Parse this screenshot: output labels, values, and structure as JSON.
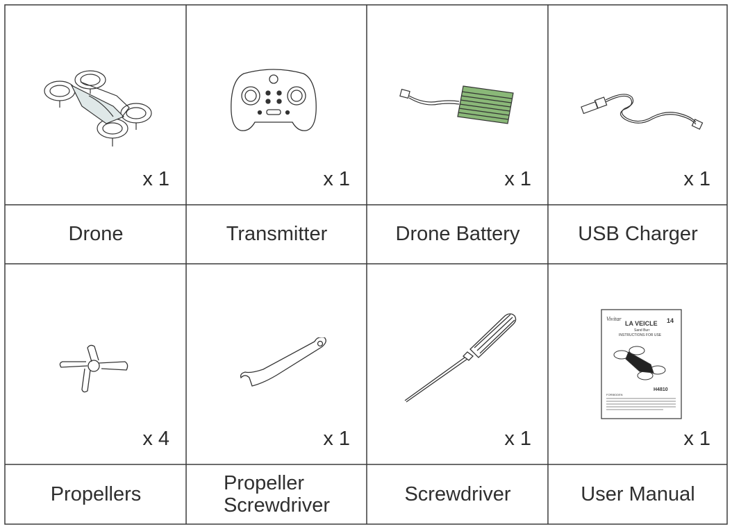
{
  "items_row1": [
    {
      "name": "Drone",
      "qty": "x 1",
      "icon": "drone-icon"
    },
    {
      "name": "Transmitter",
      "qty": "x 1",
      "icon": "transmitter-icon"
    },
    {
      "name": "Drone Battery",
      "qty": "x 1",
      "icon": "battery-icon"
    },
    {
      "name": "USB Charger",
      "qty": "x 1",
      "icon": "usb-charger-icon"
    }
  ],
  "items_row2": [
    {
      "name": "Propellers",
      "qty": "x 4",
      "icon": "propeller-icon"
    },
    {
      "name_line1": "Propeller",
      "name_line2": "Screwdriver",
      "qty": "x 1",
      "icon": "propeller-screwdriver-icon"
    },
    {
      "name": "Screwdriver",
      "qty": "x 1",
      "icon": "screwdriver-icon"
    },
    {
      "name": "User Manual",
      "qty": "x 1",
      "icon": "user-manual-icon"
    }
  ],
  "manual_cover": {
    "brand": "Vivitar",
    "title": "LA VEICLE",
    "subtitle": "Sand Burr",
    "age": "14",
    "instructions": "INSTRUCTIONS FOR USE",
    "model": "H4810",
    "warning_heading": "FORBIDDEN"
  },
  "colors": {
    "line": "#3a3a3a",
    "text": "#2f2f2f",
    "battery_green": "#8ab878"
  }
}
